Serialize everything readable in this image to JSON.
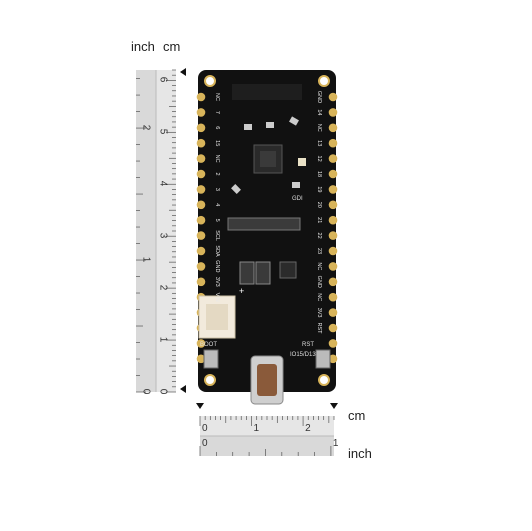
{
  "ruler_vertical": {
    "unit_inch": "inch",
    "unit_cm": "cm",
    "inch_ticks": [
      "2",
      "1",
      "0"
    ],
    "cm_ticks": [
      "6",
      "5",
      "4",
      "3",
      "2",
      "1",
      "0"
    ]
  },
  "ruler_horizontal": {
    "unit_cm": "cm",
    "unit_inch": "inch",
    "cm_ticks": [
      "0",
      "1",
      "2"
    ],
    "inch_ticks": [
      "0",
      "1"
    ]
  },
  "board": {
    "left_pins": [
      "NC",
      "7",
      "6",
      "15",
      "NC",
      "2",
      "3",
      "4",
      "5",
      "SCL",
      "SDA",
      "GND",
      "3V3",
      "VIN"
    ],
    "right_pins": [
      "GND",
      "14",
      "NC",
      "13",
      "12",
      "18",
      "19",
      "20",
      "21",
      "22",
      "23",
      "NC",
      "GND",
      "NC",
      "3V3",
      "RST"
    ],
    "mark_gdi": "GDI",
    "mark_boot": "BOOT",
    "mark_rst": "RST",
    "mark_io": "IO15/D13",
    "mark_plus": "+"
  },
  "colors": {
    "pcb": "#111111",
    "pad": "#d8b45a",
    "silk": "#e8e8e8",
    "ruler": "#d9d9d9",
    "connector": "#f2eadc"
  }
}
